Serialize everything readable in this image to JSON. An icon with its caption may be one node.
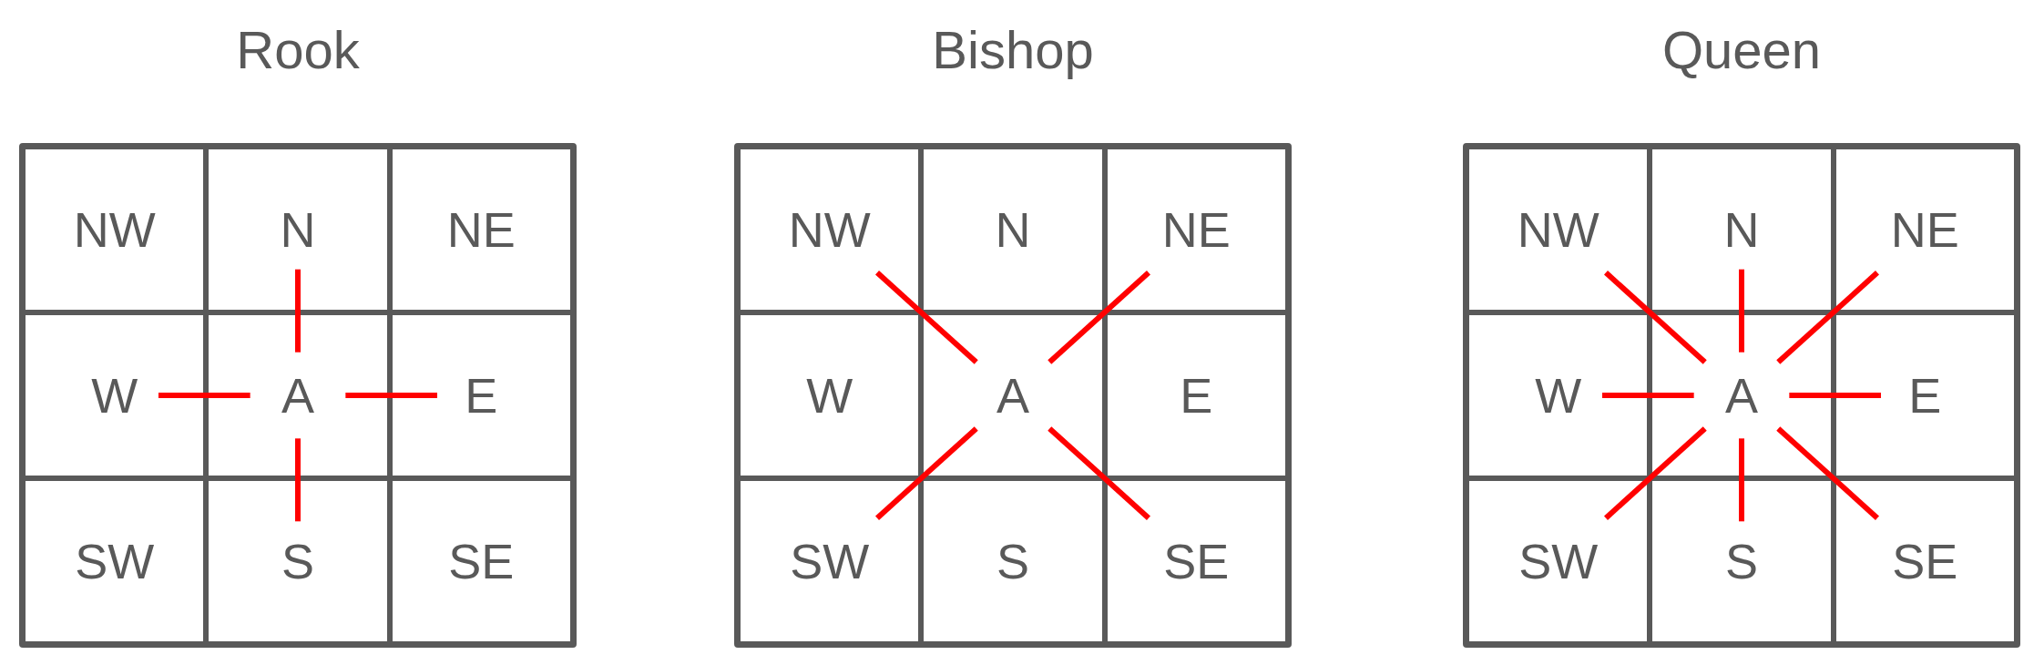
{
  "diagram": {
    "nodes": [
      {
        "text": [
          "Rook"
        ]
      },
      {
        "text": [
          "NW"
        ],
        "in": 0
      },
      {
        "text": [
          "N"
        ],
        "in": 0
      },
      {
        "text": [
          "NE"
        ],
        "in": 0
      },
      {
        "text": [
          "W"
        ],
        "in": 0
      },
      {
        "text": [
          "A"
        ],
        "in": 0
      },
      {
        "text": [
          "E"
        ],
        "in": 0
      },
      {
        "text": [
          "SW"
        ],
        "in": 0
      },
      {
        "text": [
          "S"
        ],
        "in": 0
      },
      {
        "text": [
          "SE"
        ],
        "in": 0
      },
      {
        "text": [
          "Bishop"
        ]
      },
      {
        "text": [
          "NW"
        ],
        "in": 10
      },
      {
        "text": [
          "N"
        ],
        "in": 10
      },
      {
        "text": [
          "NE"
        ],
        "in": 10
      },
      {
        "text": [
          "W"
        ],
        "in": 10
      },
      {
        "text": [
          "A"
        ],
        "in": 10
      },
      {
        "text": [
          "E"
        ],
        "in": 10
      },
      {
        "text": [
          "SW"
        ],
        "in": 10
      },
      {
        "text": [
          "S"
        ],
        "in": 10
      },
      {
        "text": [
          "SE"
        ],
        "in": 10
      },
      {
        "text": [
          "Queen"
        ]
      },
      {
        "text": [
          "NW"
        ],
        "in": 20
      },
      {
        "text": [
          "N"
        ],
        "in": 20
      },
      {
        "text": [
          "NE"
        ],
        "in": 20
      },
      {
        "text": [
          "W"
        ],
        "in": 20
      },
      {
        "text": [
          "A"
        ],
        "in": 20
      },
      {
        "text": [
          "E"
        ],
        "in": 20
      },
      {
        "text": [
          "SW"
        ],
        "in": 20
      },
      {
        "text": [
          "S"
        ],
        "in": 20
      },
      {
        "text": [
          "SE"
        ],
        "in": 20
      }
    ],
    "edges": [
      {
        "from": 5,
        "to": 2,
        "arrow": "none",
        "color": "#ff0000"
      },
      {
        "from": 5,
        "to": 4,
        "arrow": "none",
        "color": "#ff0000"
      },
      {
        "from": 5,
        "to": 6,
        "arrow": "none",
        "color": "#ff0000"
      },
      {
        "from": 5,
        "to": 8,
        "arrow": "none",
        "color": "#ff0000"
      },
      {
        "from": 15,
        "to": 11,
        "arrow": "none",
        "color": "#ff0000"
      },
      {
        "from": 15,
        "to": 13,
        "arrow": "none",
        "color": "#ff0000"
      },
      {
        "from": 15,
        "to": 17,
        "arrow": "none",
        "color": "#ff0000"
      },
      {
        "from": 15,
        "to": 19,
        "arrow": "none",
        "color": "#ff0000"
      },
      {
        "from": 25,
        "to": 21,
        "arrow": "none",
        "color": "#ff0000"
      },
      {
        "from": 25,
        "to": 22,
        "arrow": "none",
        "color": "#ff0000"
      },
      {
        "from": 25,
        "to": 23,
        "arrow": "none",
        "color": "#ff0000"
      },
      {
        "from": 25,
        "to": 24,
        "arrow": "none",
        "color": "#ff0000"
      },
      {
        "from": 25,
        "to": 26,
        "arrow": "none",
        "color": "#ff0000"
      },
      {
        "from": 25,
        "to": 27,
        "arrow": "none",
        "color": "#ff0000"
      },
      {
        "from": 25,
        "to": 28,
        "arrow": "none",
        "color": "#ff0000"
      },
      {
        "from": 25,
        "to": 29,
        "arrow": "none",
        "color": "#ff0000"
      }
    ]
  }
}
